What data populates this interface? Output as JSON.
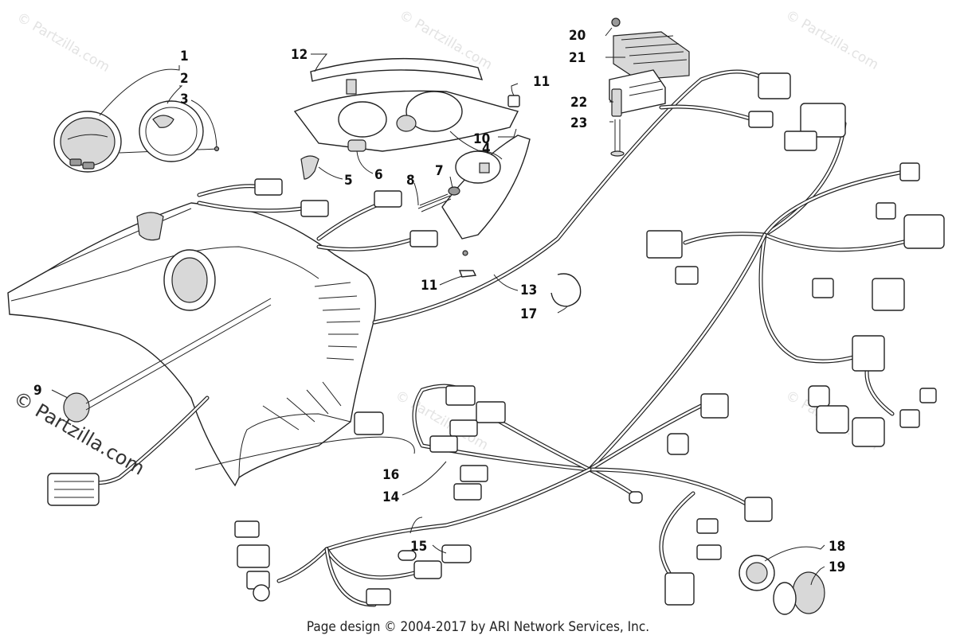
{
  "watermarks": {
    "corner": "© Partzilla.com",
    "brand": "© Partzilla.com"
  },
  "callouts": [
    "1",
    "2",
    "3",
    "4",
    "5",
    "6",
    "7",
    "8",
    "9",
    "10",
    "11",
    "11",
    "12",
    "13",
    "14",
    "15",
    "16",
    "17",
    "18",
    "19",
    "20",
    "21",
    "22",
    "23"
  ],
  "footer": "Page design © 2004-2017 by ARI Network Services, Inc."
}
